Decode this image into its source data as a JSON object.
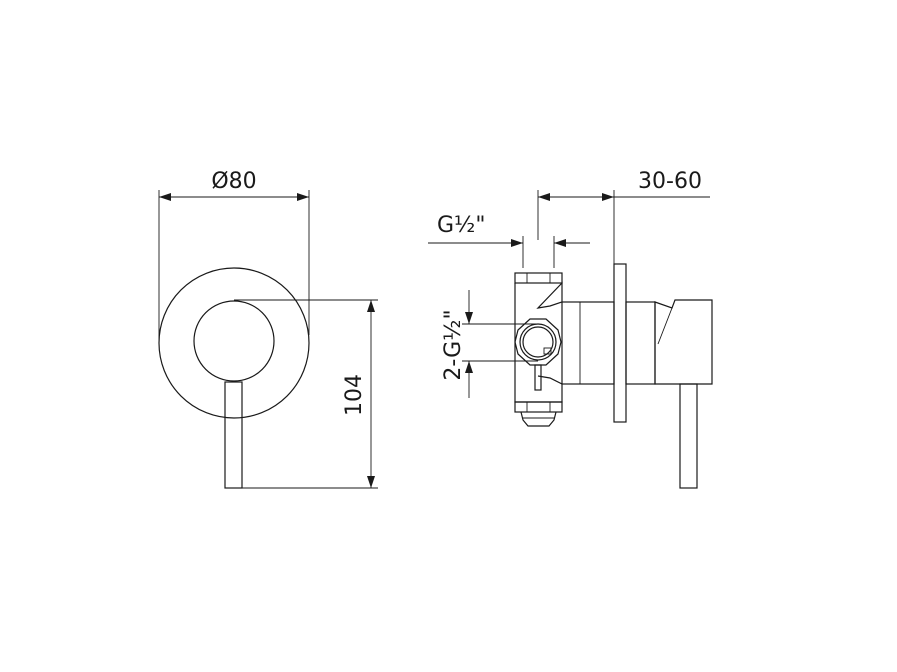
{
  "drawing": {
    "front_view": {
      "diameter_label": "Ø80",
      "height_label": "104"
    },
    "side_view": {
      "depth_label": "30-60",
      "top_thread_label": "G½\"",
      "side_thread_label": "2-G½\""
    },
    "line_color": "#1a1a1a"
  }
}
